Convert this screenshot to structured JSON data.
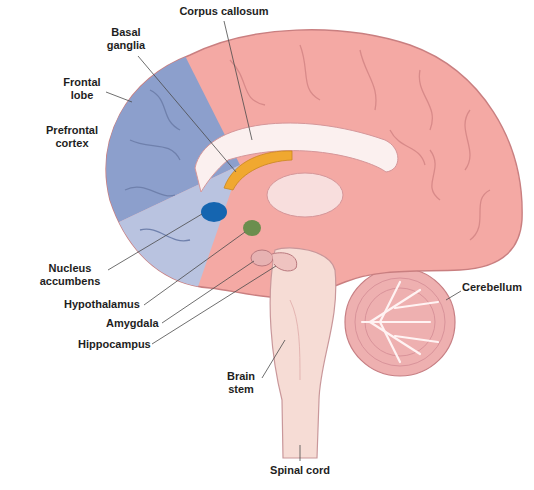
{
  "diagram": {
    "labels": [
      "Corpus callosum",
      "Basal ganglia",
      "Frontal lobe",
      "Prefrontal cortex",
      "Nucleus accumbens",
      "Hypothalamus",
      "Amygdala",
      "Hippocampus",
      "Brain stem",
      "Cerebellum",
      "Spinal cord"
    ]
  }
}
